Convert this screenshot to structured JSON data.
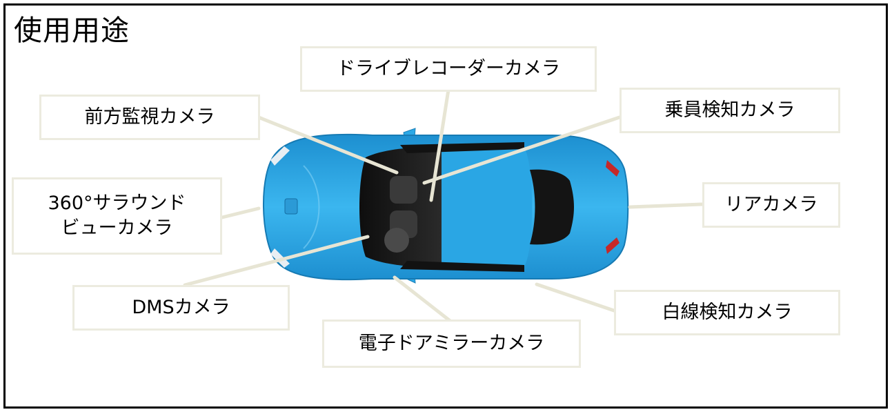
{
  "title": "使用用途",
  "labels": {
    "drive_recorder": "ドライブレコーダーカメラ",
    "front_monitor": "前方監視カメラ",
    "occupant_detect": "乗員検知カメラ",
    "surround_view_line1": "360°サラウンド",
    "surround_view_line2": "ビューカメラ",
    "rear": "リアカメラ",
    "dms": "DMSカメラ",
    "lane_detect": "白線検知カメラ",
    "e_mirror": "電子ドアミラーカメラ"
  },
  "colors": {
    "car_body": "#2ba8e6",
    "leader_line": "#e7e5d4",
    "label_border": "#ecebdf",
    "glass": "#1a1a1a"
  },
  "icon": "car-top-view"
}
